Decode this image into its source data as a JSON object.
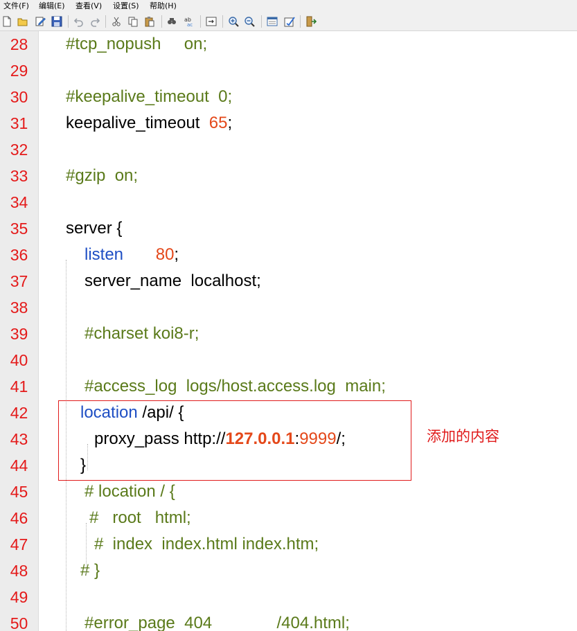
{
  "menu": [
    {
      "label": "文件(F)"
    },
    {
      "label": "编辑(E)"
    },
    {
      "label": "查看(V)"
    },
    {
      "label": "设置(S)"
    },
    {
      "label": "帮助(H)"
    }
  ],
  "toolbar": {
    "buttons": [
      "new-file-icon",
      "open-file-icon",
      "edit-file-icon",
      "save-file-icon",
      "undo-icon",
      "redo-icon",
      "cut-icon",
      "copy-icon",
      "paste-icon",
      "find-icon",
      "replace-icon",
      "goto-line-icon",
      "zoom-in-icon",
      "zoom-out-icon",
      "settings-icon",
      "view-icon",
      "exit-icon"
    ]
  },
  "editor": {
    "lines": [
      {
        "no": "28",
        "tokens": [
          {
            "t": "#tcp_nopush     on;",
            "c": "cm"
          }
        ]
      },
      {
        "no": "29",
        "tokens": []
      },
      {
        "no": "30",
        "tokens": [
          {
            "t": "#keepalive_timeout  0;",
            "c": "cm"
          }
        ]
      },
      {
        "no": "31",
        "tokens": [
          {
            "t": "keepalive_timeout  ",
            "c": ""
          },
          {
            "t": "65",
            "c": "num"
          },
          {
            "t": ";",
            "c": ""
          }
        ]
      },
      {
        "no": "32",
        "tokens": []
      },
      {
        "no": "33",
        "tokens": [
          {
            "t": "#gzip  on;",
            "c": "cm"
          }
        ]
      },
      {
        "no": "34",
        "tokens": []
      },
      {
        "no": "35",
        "tokens": [
          {
            "t": "server {",
            "c": ""
          }
        ]
      },
      {
        "no": "36",
        "tokens": [
          {
            "t": "listen",
            "c": "kw"
          },
          {
            "t": "       ",
            "c": ""
          },
          {
            "t": "80",
            "c": "num"
          },
          {
            "t": ";",
            "c": ""
          }
        ]
      },
      {
        "no": "37",
        "tokens": [
          {
            "t": "server_name  localhost;",
            "c": ""
          }
        ]
      },
      {
        "no": "38",
        "tokens": []
      },
      {
        "no": "39",
        "tokens": [
          {
            "t": "#charset koi8-r;",
            "c": "cm"
          }
        ]
      },
      {
        "no": "40",
        "tokens": []
      },
      {
        "no": "41",
        "tokens": [
          {
            "t": "#access_log  logs/host.access.log  main;",
            "c": "cm"
          }
        ]
      },
      {
        "no": "42",
        "tokens": [
          {
            "t": "location",
            "c": "kw"
          },
          {
            "t": " /api/ {",
            "c": ""
          }
        ]
      },
      {
        "no": "43",
        "tokens": [
          {
            "t": "proxy_pass http://",
            "c": ""
          },
          {
            "t": "127.0.0.1",
            "c": "ip"
          },
          {
            "t": ":",
            "c": ""
          },
          {
            "t": "9999",
            "c": "num"
          },
          {
            "t": "/;",
            "c": ""
          }
        ]
      },
      {
        "no": "44",
        "tokens": [
          {
            "t": "}",
            "c": ""
          }
        ]
      },
      {
        "no": "45",
        "tokens": [
          {
            "t": "# location / {",
            "c": "cm"
          }
        ]
      },
      {
        "no": "46",
        "tokens": [
          {
            "t": "#   root   html;",
            "c": "cm"
          }
        ]
      },
      {
        "no": "47",
        "tokens": [
          {
            "t": "#  index  index.html index.htm;",
            "c": "cm"
          }
        ]
      },
      {
        "no": "48",
        "tokens": [
          {
            "t": "# }",
            "c": "cm"
          }
        ]
      },
      {
        "no": "49",
        "tokens": []
      },
      {
        "no": "50",
        "tokens": [
          {
            "t": "#error_page  404              /404.html;",
            "c": "cm"
          }
        ]
      }
    ]
  },
  "annotation": {
    "text": "添加的内容"
  },
  "colors": {
    "line_number": "#e41a1a",
    "comment": "#5a7a1a",
    "keyword": "#1f4fc4",
    "number": "#e4481a",
    "highlight_box": "#e01a1a"
  }
}
